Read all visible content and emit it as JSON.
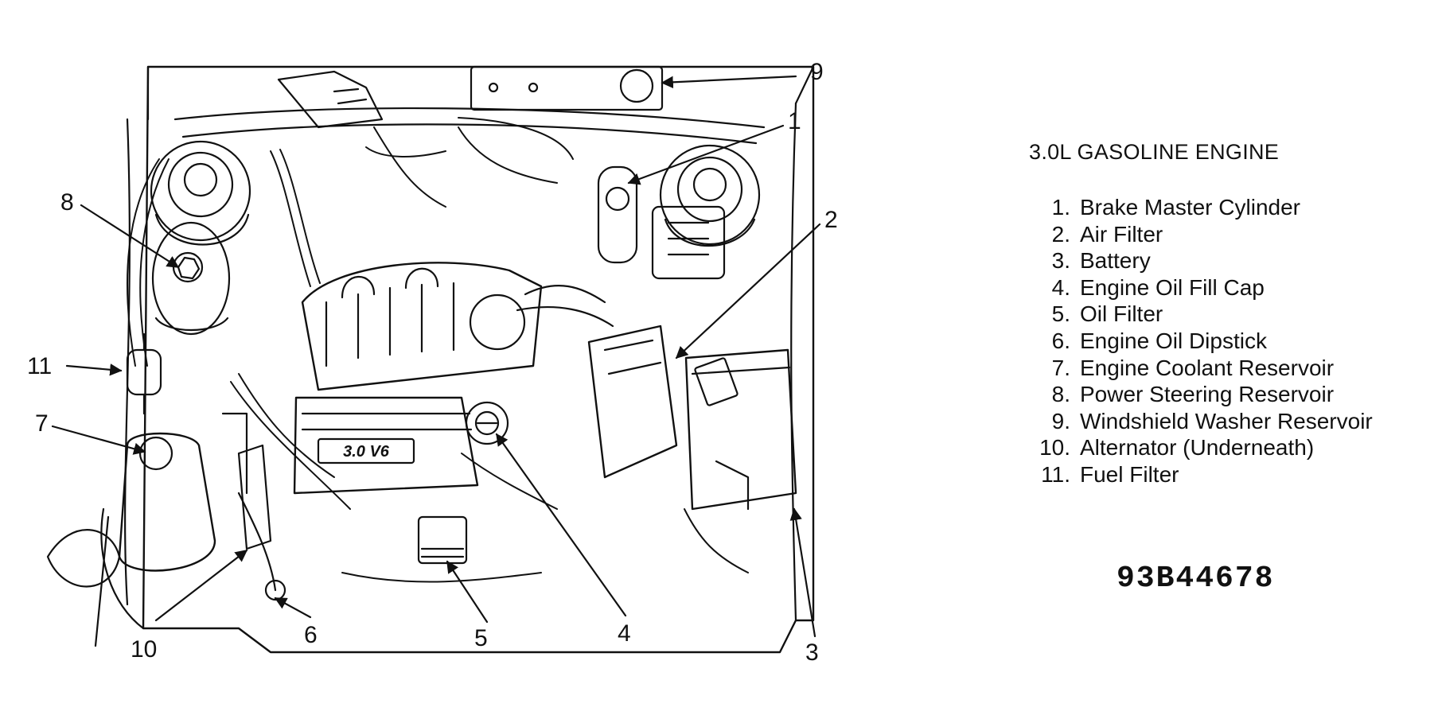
{
  "title": "3.0L GASOLINE ENGINE",
  "legend": [
    {
      "num": "1.",
      "label": "Brake Master Cylinder"
    },
    {
      "num": "2.",
      "label": "Air Filter"
    },
    {
      "num": "3.",
      "label": "Battery"
    },
    {
      "num": "4.",
      "label": "Engine Oil Fill Cap"
    },
    {
      "num": "5.",
      "label": "Oil Filter"
    },
    {
      "num": "6.",
      "label": "Engine Oil Dipstick"
    },
    {
      "num": "7.",
      "label": "Engine Coolant Reservoir"
    },
    {
      "num": "8.",
      "label": "Power Steering Reservoir"
    },
    {
      "num": "9.",
      "label": "Windshield Washer Reservoir"
    },
    {
      "num": "10.",
      "label": "Alternator (Underneath)"
    },
    {
      "num": "11.",
      "label": "Fuel Filter"
    }
  ],
  "callouts": [
    "1",
    "2",
    "3",
    "4",
    "5",
    "6",
    "7",
    "8",
    "9",
    "10",
    "11"
  ],
  "engine_badge": "3.0 V6",
  "figure_code": "93B44678",
  "colors": {
    "ink": "#111111",
    "background": "#ffffff"
  }
}
